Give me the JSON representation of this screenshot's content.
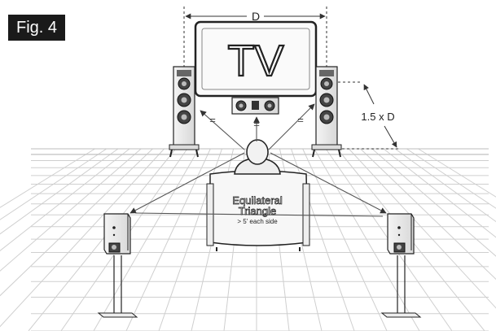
{
  "figure": {
    "label": "Fig. 4"
  },
  "labels": {
    "tv": "TV",
    "width_dimension": "D",
    "distance_dimension": "1.5 x D",
    "triangle_title_line1": "Equilateral",
    "triangle_title_line2": "Triangle",
    "triangle_note": "> 5' each side",
    "equal_marks": [
      "=",
      "=",
      "="
    ]
  },
  "colors": {
    "line": "#333333",
    "grid": "#c8c8c8",
    "badge_bg": "#1a1a1a",
    "badge_text": "#ffffff"
  }
}
